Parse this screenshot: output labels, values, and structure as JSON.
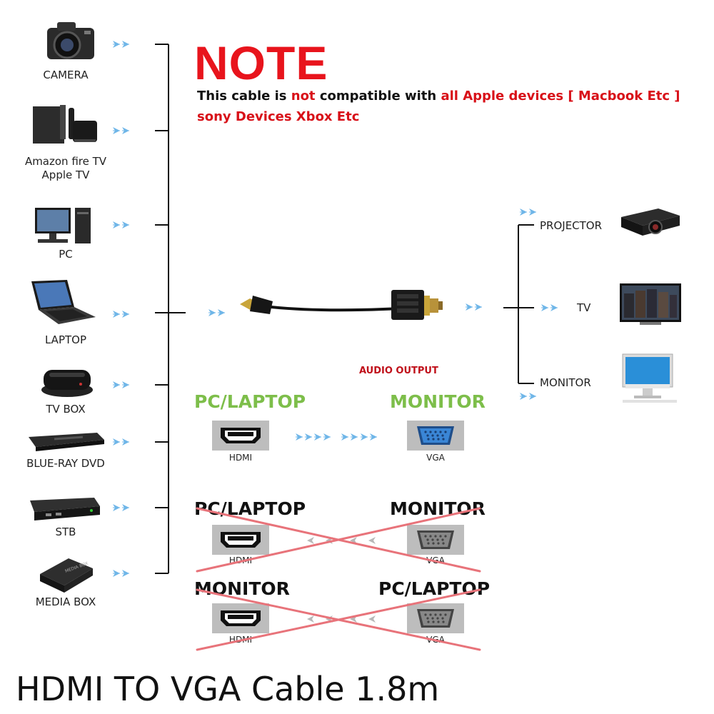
{
  "note": {
    "title": "NOTE",
    "line1_a": "This cable is ",
    "line1_b": "not",
    "line1_c": " compatible with ",
    "line1_d": "all Apple devices [ Macbook Etc ]",
    "line2": "sony Devices Xbox Etc",
    "colors": {
      "red": "#e8141c",
      "text": "#111111"
    }
  },
  "sources": [
    {
      "label": "CAMERA",
      "icon": "camera-icon"
    },
    {
      "label": "Amazon fire TV\nApple TV",
      "icon": "streaming-box-icon"
    },
    {
      "label": "PC",
      "icon": "desktop-pc-icon"
    },
    {
      "label": "LAPTOP",
      "icon": "laptop-icon"
    },
    {
      "label": "TV BOX",
      "icon": "tv-box-icon"
    },
    {
      "label": "BLUE-RAY DVD",
      "icon": "bluray-player-icon"
    },
    {
      "label": "STB",
      "icon": "set-top-box-icon"
    },
    {
      "label": "MEDIA BOX",
      "icon": "media-box-icon"
    }
  ],
  "outputs": [
    {
      "label": "PROJECTOR",
      "icon": "projector-icon"
    },
    {
      "label": "TV",
      "icon": "tv-icon"
    },
    {
      "label": "MONITOR",
      "icon": "monitor-icon"
    }
  ],
  "audio_output": "AUDIO OUTPUT",
  "compat": [
    {
      "left": "PC/LAPTOP",
      "right": "MONITOR",
      "left_port": "HDMI",
      "right_port": "VGA",
      "valid": true
    },
    {
      "left": "PC/LAPTOP",
      "right": "MONITOR",
      "left_port": "HDMI",
      "right_port": "VGA",
      "valid": false
    },
    {
      "left": "MONITOR",
      "right": "PC/LAPTOP",
      "left_port": "HDMI",
      "right_port": "VGA",
      "valid": false
    }
  ],
  "colors": {
    "green": "#7dbe4a",
    "arrow": "#6fb6e8",
    "cross": "#e8737a"
  },
  "footer": "HDMI TO VGA Cable 1.8m"
}
